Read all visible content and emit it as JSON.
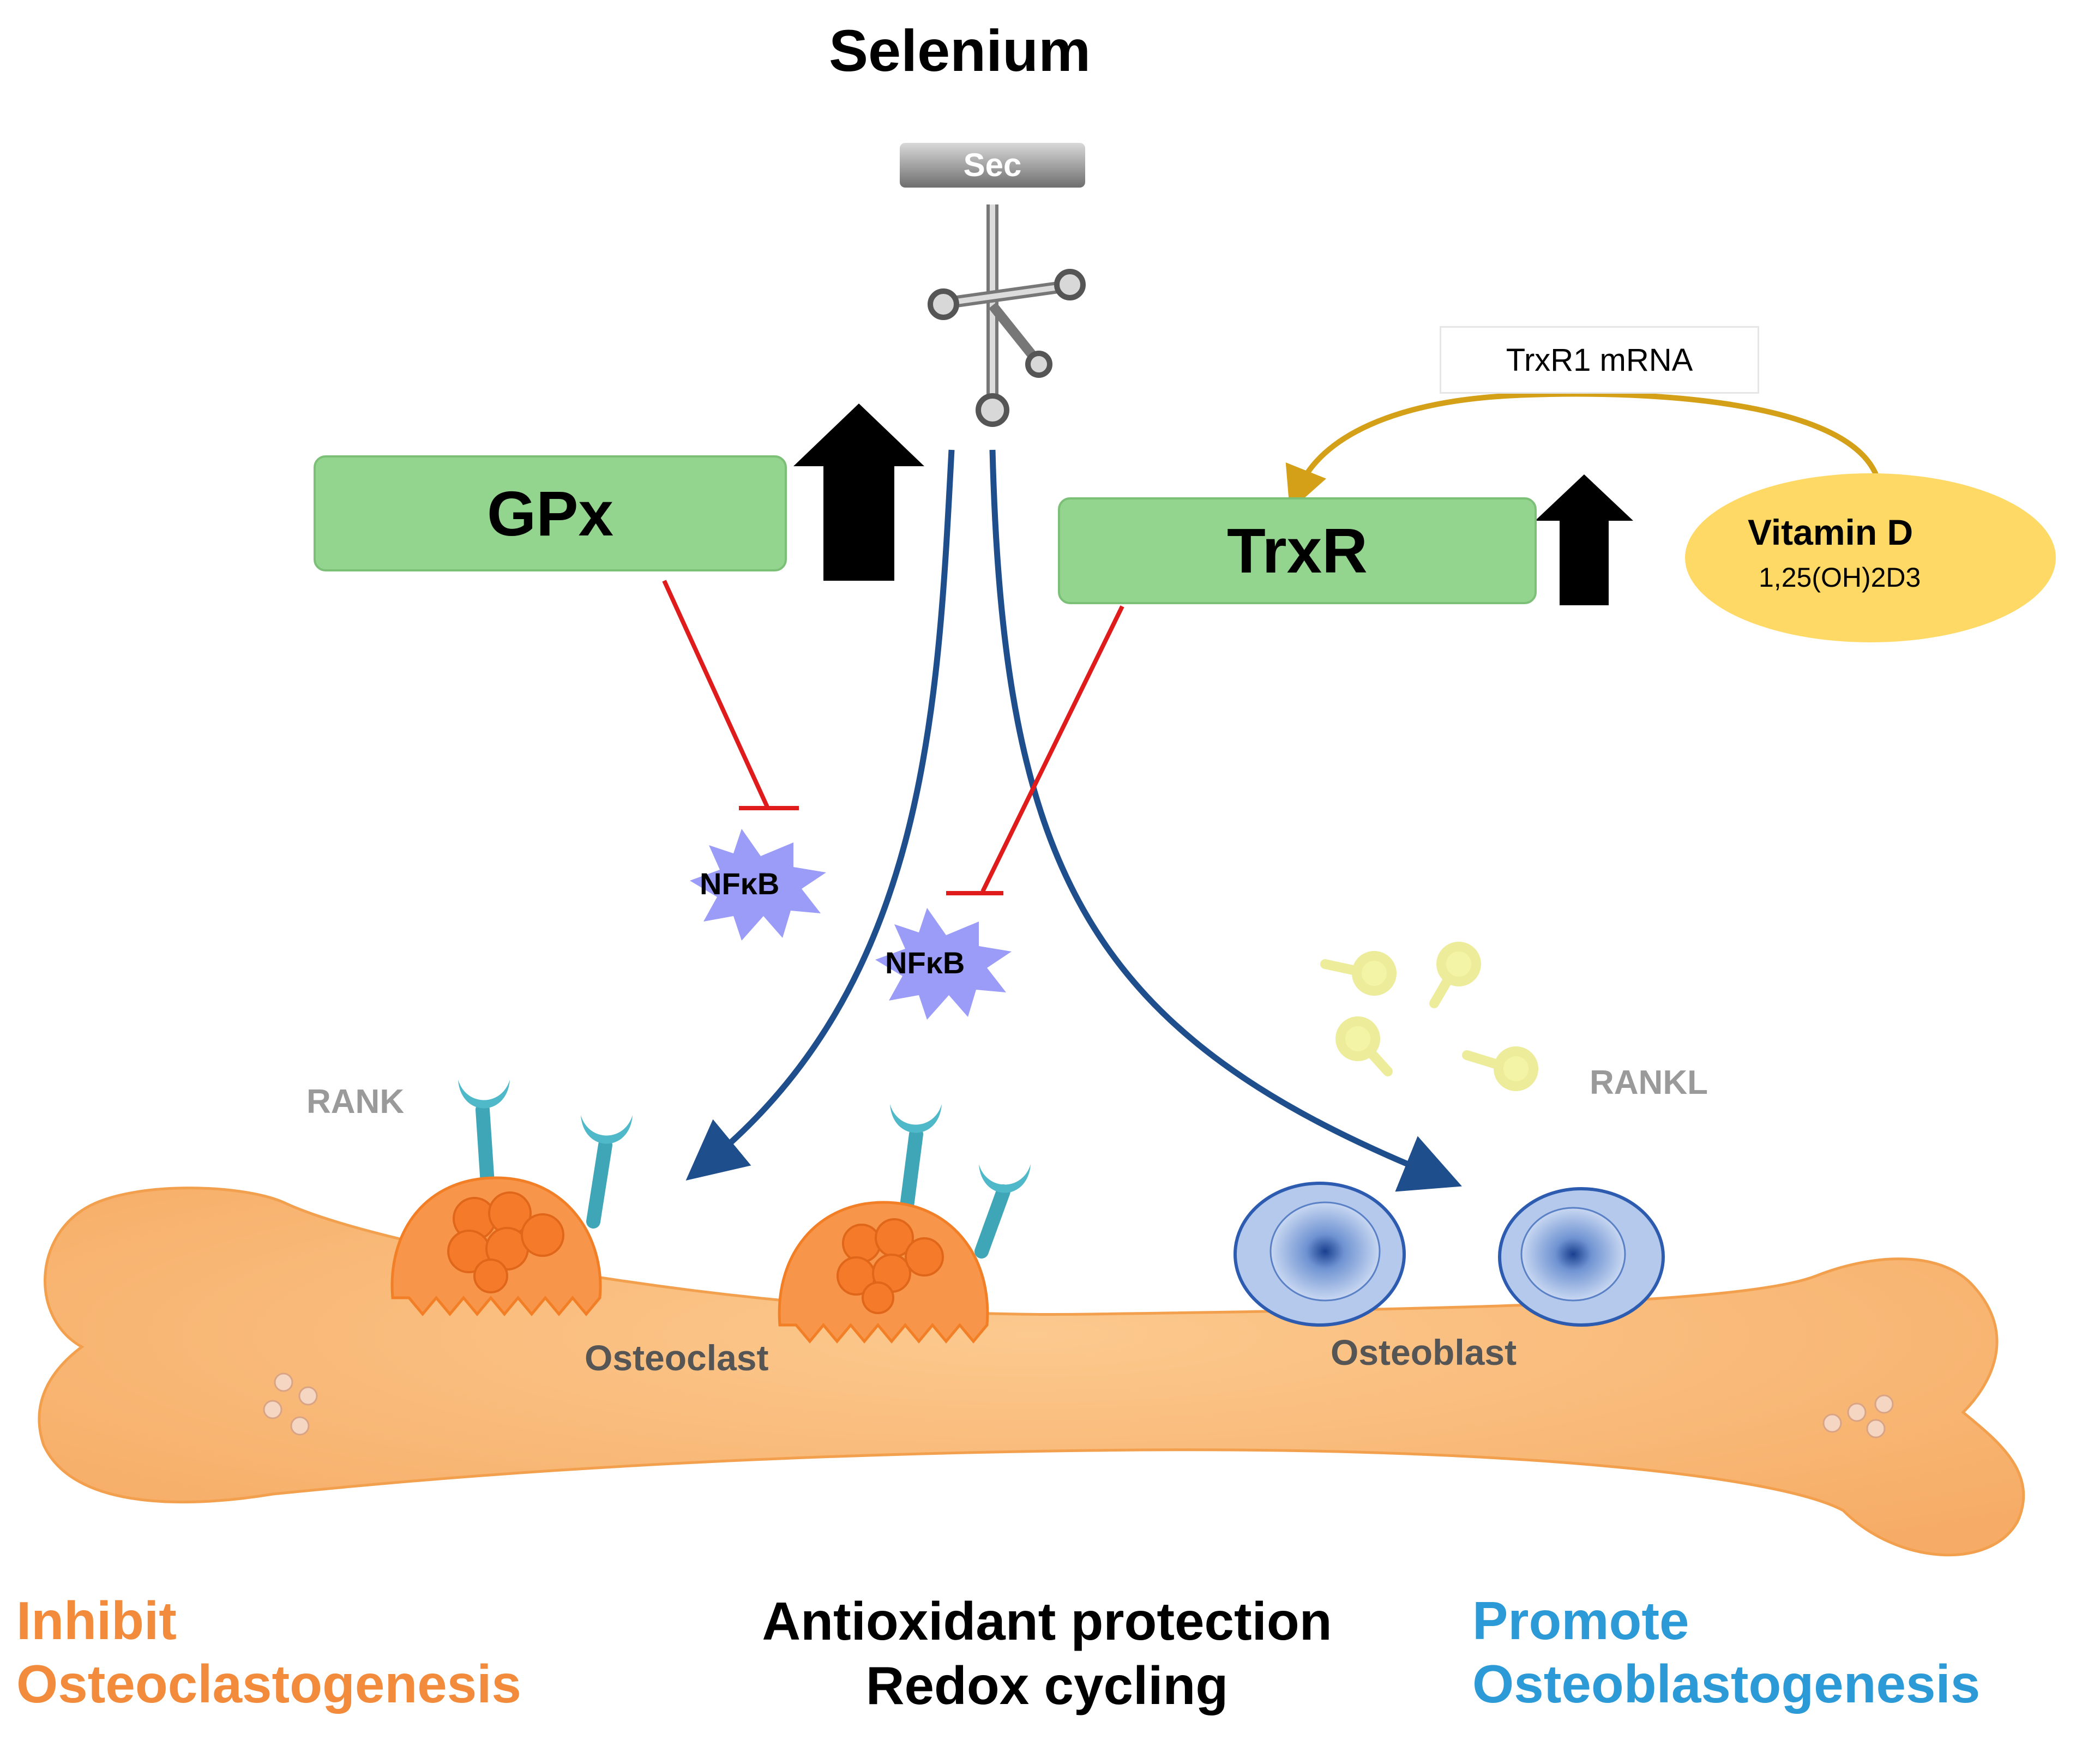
{
  "title": "Selenium",
  "sec_label": "Sec",
  "enzymes": {
    "gpx": "GPx",
    "trxr": "TrxR"
  },
  "mrna_label": "TrxR1 mRNA",
  "vitamin_d": {
    "name": "Vitamin D",
    "formula": "1,25(OH)2D3"
  },
  "nfkb_labels": [
    "NFκB",
    "NFκB"
  ],
  "receptors": {
    "rank": "RANK",
    "rankl": "RANKL"
  },
  "cells": {
    "osteoclast": "Osteoclast",
    "osteoblast": "Osteoblast"
  },
  "outcomes": {
    "inhibit_line1": "Inhibit",
    "inhibit_line2": "Osteoclastogenesis",
    "center_line1": "Antioxidant protection",
    "center_line2": "Redox cycling",
    "promote_line1": "Promote",
    "promote_line2": "Osteoblastogenesis"
  },
  "colors": {
    "enzyme_fill": "#93d48f",
    "inhibition_line": "#e01b1b",
    "pathway_arrow": "#1f4e8c",
    "vitamin_arrow": "#d4a017",
    "bone": "#f9b876",
    "osteoclast": "#f7964a",
    "osteoblast": "#b4c9ec",
    "nfkb_burst": "#9a9cf8",
    "inhibit_text": "#f28c3c",
    "promote_text": "#2b9ad6"
  }
}
